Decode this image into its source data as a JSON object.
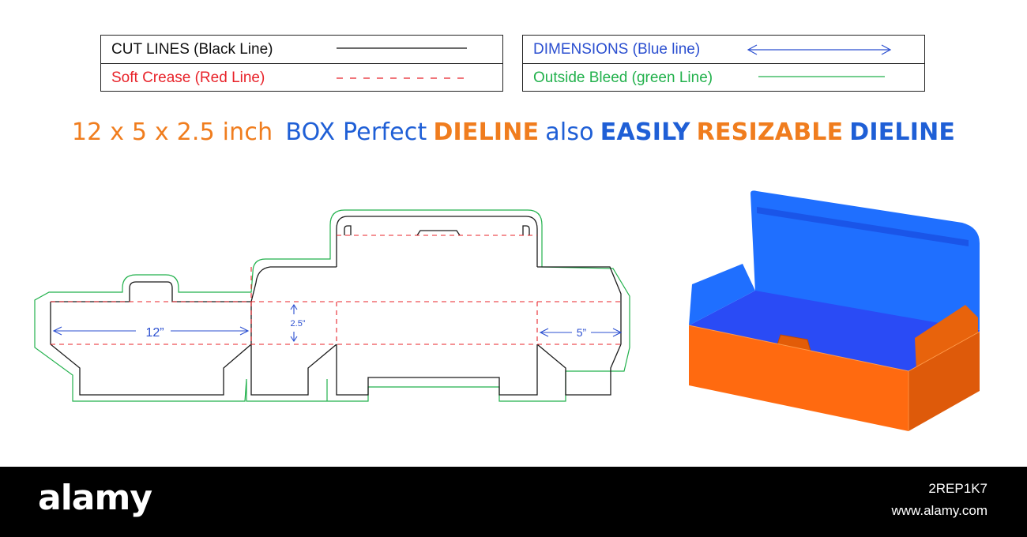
{
  "legend": {
    "cut": "CUT LINES (Black Line)",
    "crease": "Soft Crease (Red Line)",
    "dimensions": "DIMENSIONS (Blue line)",
    "bleed": "Outside Bleed (green Line)"
  },
  "headline": {
    "part1": "12 x 5 x 2.5 inch",
    "part2": "BOX Perfect",
    "part3": "DIELINE",
    "part4": "also",
    "part5": "EASILY",
    "part6": "RESIZABLE",
    "part7": "DIELINE"
  },
  "dieline": {
    "length_label": "12”",
    "height_label": "2.5”",
    "width_label": "5”"
  },
  "footer": {
    "brand": "alamy",
    "image_id": "2REP1K7",
    "site": "www.alamy.com"
  },
  "colors": {
    "cut": "#1a1a1a",
    "crease": "#e8232a",
    "dimension": "#2b4fd0",
    "bleed": "#22b14c",
    "orange": "#f26a10",
    "blue": "#1f6fff",
    "headline_orange": "#f07d1e",
    "headline_blue": "#1f5fd6"
  }
}
